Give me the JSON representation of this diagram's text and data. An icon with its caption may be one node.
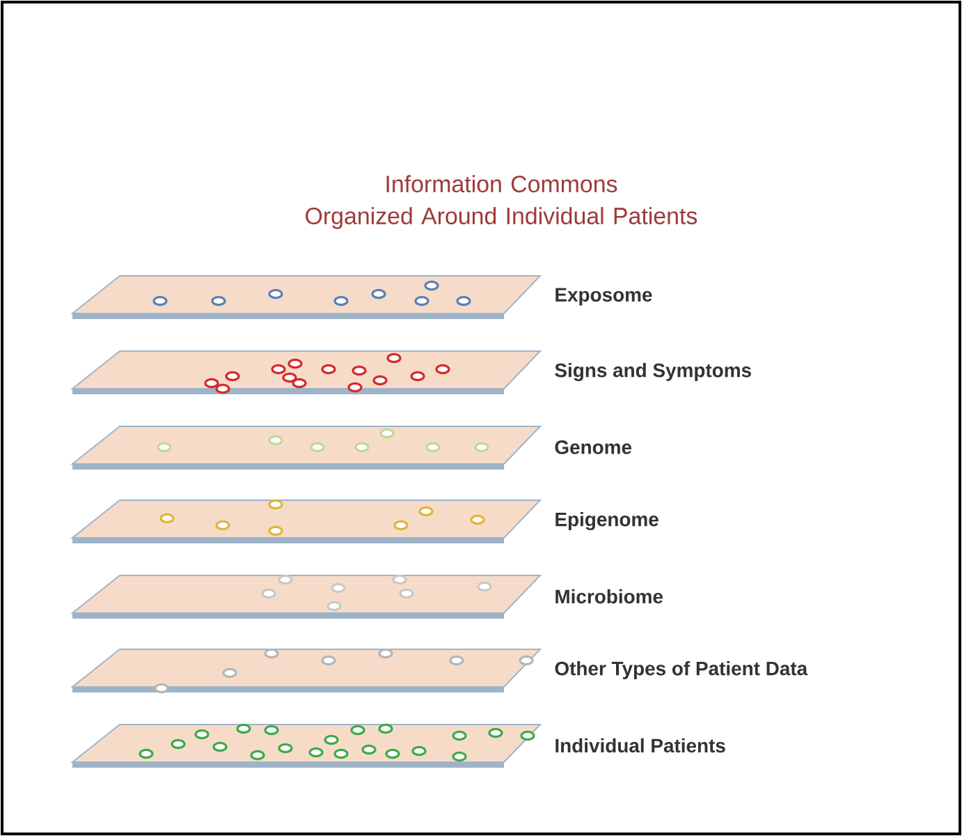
{
  "diagram": {
    "title": "Information Commons Organized Around Individual Patients",
    "nodes": [
      {
        "text": [
          "Exposome"
        ]
      },
      {
        "text": [
          "Signs and Symptoms"
        ]
      },
      {
        "text": [
          "Genome"
        ]
      },
      {
        "text": [
          "Epigenome"
        ]
      },
      {
        "text": [
          "Microbiome"
        ]
      },
      {
        "text": [
          "Other Types of Patient Data"
        ]
      },
      {
        "text": [
          "Individual Patients"
        ]
      }
    ]
  }
}
